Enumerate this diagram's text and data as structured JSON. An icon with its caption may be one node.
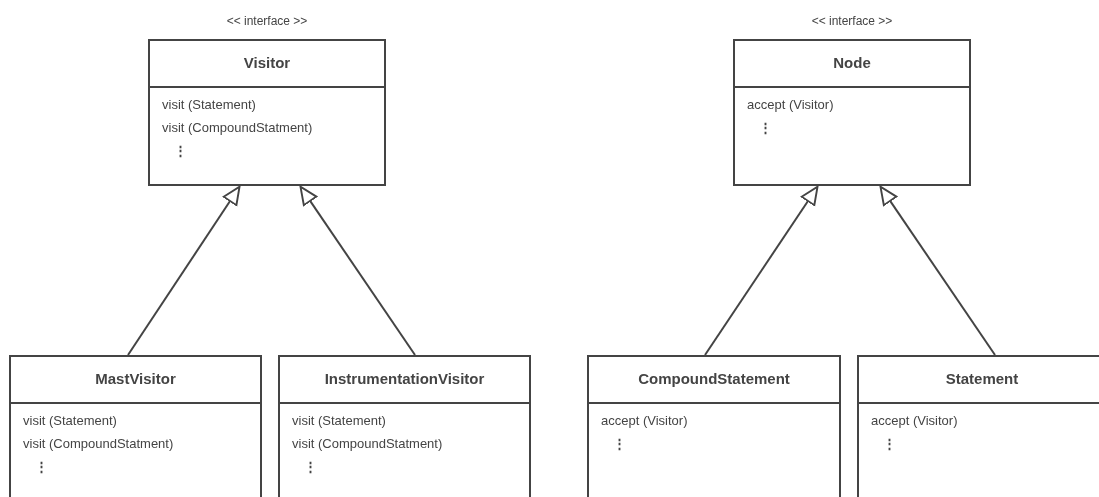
{
  "diagram": {
    "nodes": [
      {
        "text": [
          "Visitor",
          "visit (Statement)",
          "visit (CompoundStatment)",
          "⋮"
        ],
        "beside": [
          "<< interface >>"
        ]
      },
      {
        "text": [
          "MastVisitor",
          "visit (Statement)",
          "visit (CompoundStatment)",
          "⋮"
        ]
      },
      {
        "text": [
          "InstrumentationVisitor",
          "visit (Statement)",
          "visit (CompoundStatment)",
          "⋮"
        ]
      },
      {
        "text": [
          "Node",
          "accept (Visitor)",
          "⋮"
        ],
        "beside": [
          "<< interface >>"
        ]
      },
      {
        "text": [
          "CompoundStatement",
          "accept (Visitor)",
          "⋮"
        ]
      },
      {
        "text": [
          "Statement",
          "accept (Visitor)",
          "⋮"
        ]
      }
    ],
    "edges": [
      {
        "from": 1,
        "to": 0,
        "arrow": "to"
      },
      {
        "from": 2,
        "to": 0,
        "arrow": "to"
      },
      {
        "from": 4,
        "to": 3,
        "arrow": "to"
      },
      {
        "from": 5,
        "to": 3,
        "arrow": "to"
      }
    ]
  }
}
